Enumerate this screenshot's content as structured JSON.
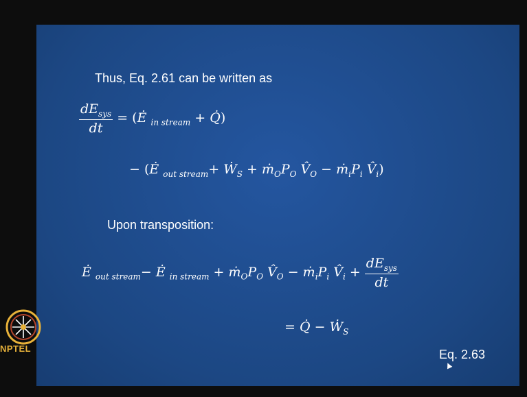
{
  "slide": {
    "intro_text": "Thus, Eq. 2.61 can be written as",
    "transposition_text": "Upon transposition:",
    "equation_label": "Eq. 2.63",
    "logo_text": "NPTEL"
  },
  "colors": {
    "slide_background": "#1f4e8c",
    "text": "#ffffff",
    "logo_accent": "#e8b23a"
  }
}
